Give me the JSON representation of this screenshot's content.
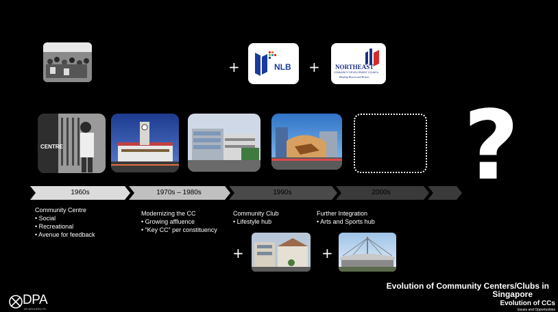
{
  "symbols": {
    "plus": "+",
    "question": "?"
  },
  "logos": {
    "nlb": {
      "text": "NLB",
      "color": "#1a3a9c"
    },
    "northeast": {
      "name": "NORTHEAST",
      "subtitle": "COMMUNITY DEVELOPMENT COUNCIL",
      "tagline": "Binding Hearts and Homes",
      "color": "#1a2e80",
      "accent": "#d32a2a"
    }
  },
  "timeline": {
    "eras": [
      "1960s",
      "1970s – 1980s",
      "1990s",
      "2000s"
    ],
    "colors": [
      "#dcdcdc",
      "#c0c0c0",
      "#4a4a4a",
      "#3a3a3a"
    ]
  },
  "descriptions": [
    {
      "title": "Community Centre",
      "items": [
        "• Social",
        "• Recreational",
        "• Avenue for feedback"
      ]
    },
    {
      "title": "Modernizing the CC",
      "items": [
        "• Growing affluence",
        "• “Key CC” per constituency"
      ]
    },
    {
      "title": "Community Club",
      "items": [
        "• Lifestyle hub"
      ]
    },
    {
      "title": "Further Integration",
      "items": [
        "• Arts and Sports hub"
      ]
    }
  ],
  "photos": {
    "centre_sign": "CENTRE"
  },
  "footer": {
    "title_line1": "Evolution of Community Centers/Clubs in",
    "title_line2": "Singapore",
    "subtitle": "Evolution of CCs",
    "tiny": "Issues and Opportunities"
  },
  "brand": {
    "name": "DPA",
    "subtitle": "DP ARCHITECTS"
  }
}
